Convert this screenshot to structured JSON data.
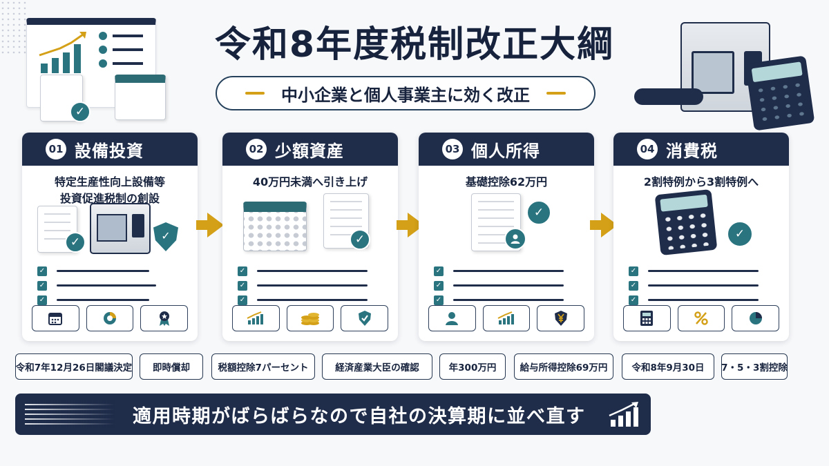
{
  "header": {
    "title": "令和8年度税制改正大綱",
    "subtitle": "中小企業と個人事業主に効く改正"
  },
  "cards": [
    {
      "num": "01",
      "title": "設備投資",
      "desc_lines": [
        "特定生産性向上設備等",
        "投資促進税制の創設"
      ],
      "icons": [
        "calendar-icon",
        "pie-chart-icon",
        "award-ribbon-icon"
      ]
    },
    {
      "num": "02",
      "title": "少額資産",
      "desc_lines": [
        "40万円未満へ引き上げ"
      ],
      "icons": [
        "bar-chart-up-icon",
        "coins-icon",
        "shield-check-icon"
      ]
    },
    {
      "num": "03",
      "title": "個人所得",
      "desc_lines": [
        "基礎控除62万円"
      ],
      "icons": [
        "person-icon",
        "bar-chart-up-icon",
        "yen-shield-icon"
      ]
    },
    {
      "num": "04",
      "title": "消費税",
      "desc_lines": [
        "2割特例から3割特例へ"
      ],
      "icons": [
        "calculator-icon",
        "percent-icon",
        "pie-chart-icon"
      ]
    }
  ],
  "tags": [
    "令和7年12月26日閣議決定",
    "即時償却",
    "税額控除7パーセント",
    "経済産業大臣の確認",
    "年300万円",
    "給与所得控除69万円",
    "令和8年9月30日",
    "7・5・3割控除"
  ],
  "banner": {
    "text": "適用時期がばらばらなので自社の決算期に並べ直す"
  },
  "colors": {
    "navy": "#1f2c4a",
    "teal": "#2a7480",
    "gold": "#d4a017"
  }
}
